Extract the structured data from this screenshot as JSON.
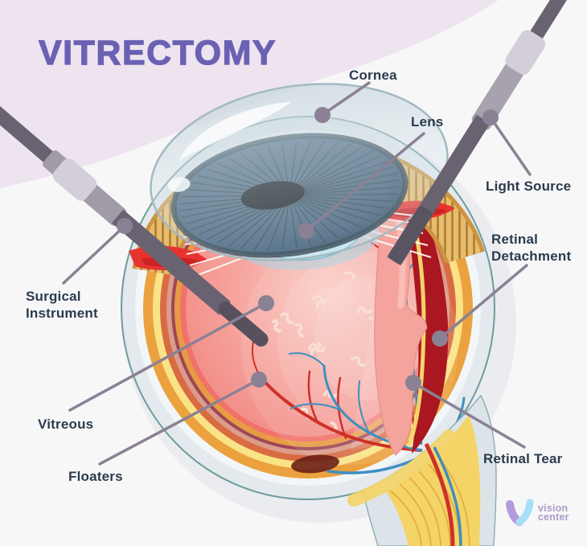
{
  "title": "VITRECTOMY",
  "annotations": {
    "cornea": "Cornea",
    "lens": "Lens",
    "light_source": "Light Source",
    "retinal_detachment": "Retinal Detachment",
    "surgical_instrument": "Surgical Instrument",
    "vitreous": "Vitreous",
    "floaters": "Floaters",
    "retinal_tear": "Retinal Tear"
  },
  "logo": {
    "icon": "v-check-heart-icon",
    "line1": "vision",
    "line2": "center"
  },
  "colors": {
    "background": "#F7F7F8",
    "background_blob": "#EDE4EF",
    "title": "#6A61B3",
    "label_text": "#2B3B4D",
    "leader_line": "#8B8194",
    "instrument_dark": "#696371",
    "instrument_sleeve": "#A19BA7",
    "instrument_collar": "#D3CED7",
    "sclera": "#E3E9ED",
    "sclera_edge": "#6E9C9C",
    "choroid_orange": "#EBA23E",
    "retina_yellow": "#FAE386",
    "vitreous_pink": "#F6A59E",
    "detachment_red": "#AB1720",
    "flap_pink": "#F4A49D",
    "iris_blue": "#34506A",
    "pupil_black": "#0A1014",
    "lens_blue": "#C8E7F2",
    "ciliary_gold": "#E8BC68",
    "muscle_red": "#E73330",
    "vessel_red": "#CE3128",
    "vessel_blue": "#3E8FC0",
    "floater_cream": "#F7E0D3",
    "logo_purple": "#B39BDB",
    "logo_blue": "#A8DFF8",
    "logo_text": "#AC9EC6"
  }
}
